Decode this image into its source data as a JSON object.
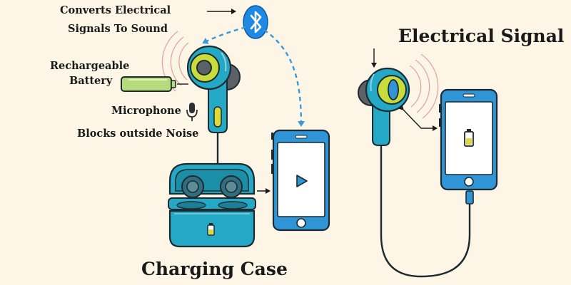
{
  "labels": {
    "converts_line1": "Converts Electrical",
    "converts_line2": "Signals To Sound",
    "battery_line1": "Rechargeable",
    "battery_line2": "Battery",
    "microphone": "Microphone",
    "noise": "Blocks outside Noise",
    "charging_case": "Charging Case",
    "electrical_signal": "Electrical Signal"
  },
  "icons": {
    "bluetooth": "bluetooth-icon",
    "play": "play-icon",
    "battery_status": "battery-icon",
    "microphone": "microphone-icon"
  },
  "colors": {
    "background": "#fdf6e6",
    "earbud_body": "#23a9c6",
    "accent_yellow": "#c8dc3c",
    "outline": "#1f2a30",
    "phone_blue": "#2f95d6",
    "bluetooth_blue": "#1e88e5",
    "battery_green": "#b6db7a",
    "dashed_arrow": "#3a9ad9",
    "sound_waves": "#e0a7a0"
  }
}
